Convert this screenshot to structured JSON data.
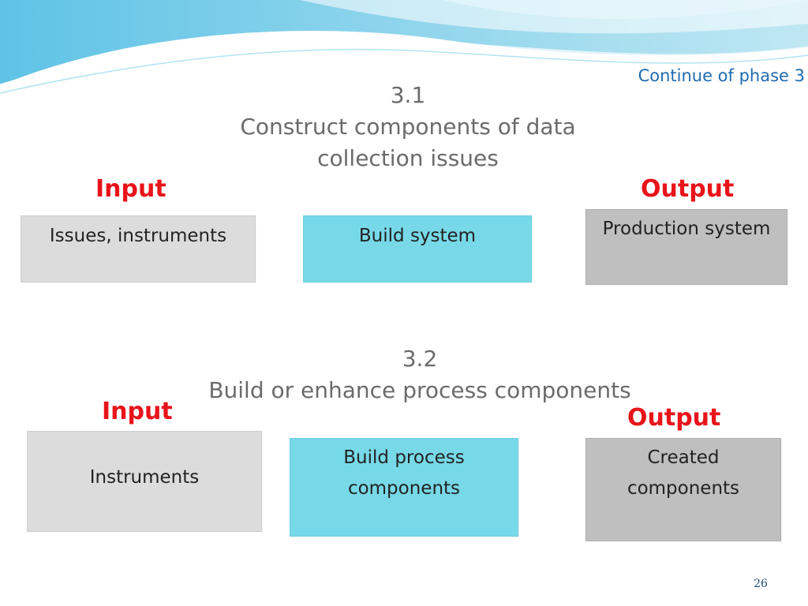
{
  "header": {
    "note": "Continue of phase 3"
  },
  "steps": [
    {
      "number": "3.1",
      "title_line1": "Construct components of data",
      "title_line2": "collection issues",
      "input_label": "Input",
      "output_label": "Output",
      "input_box": "Issues, instruments",
      "process_box": "Build system",
      "output_box": "Production system"
    },
    {
      "number": "3.2",
      "title_line1": "Build or enhance process components",
      "input_label": "Input",
      "output_label": "Output",
      "input_box": "Instruments",
      "process_box_line1": "Build  process",
      "process_box_line2": "components",
      "output_box_line1": "Created",
      "output_box_line2": "components"
    }
  ],
  "footer": {
    "page_number": "26"
  },
  "colors": {
    "accent_red": "#e8141a",
    "heading_gray": "#6b6b6b",
    "note_blue": "#1f6bb0",
    "process_cyan": "#77d9e8",
    "input_gray": "#dcdcdc",
    "output_gray": "#bfbfbf"
  }
}
